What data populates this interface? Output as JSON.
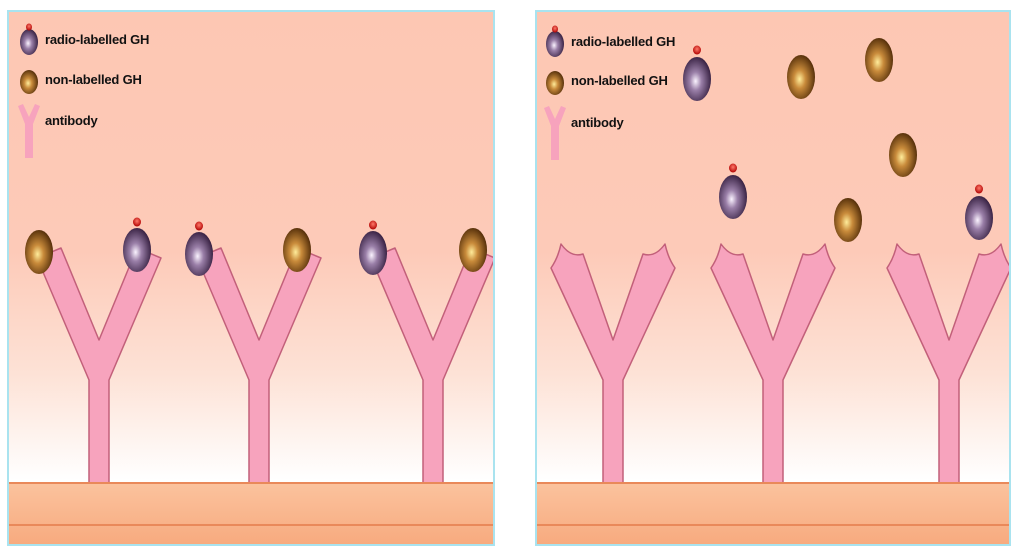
{
  "legend": {
    "radio": "radio-labelled GH",
    "nonradio": "non-labelled GH",
    "antibody": "antibody"
  },
  "colors": {
    "background_top": "#fdc7b3",
    "antibody_fill": "#f7a3bd",
    "antibody_stroke": "#c2607a",
    "radio_gh": "#4a2a55",
    "non_gh": "#7a4a12",
    "radio_label": "#d40000",
    "base_plate": "#f9b48a"
  },
  "panels": [
    {
      "name": "left-panel",
      "state": "antibodies bound with GH"
    },
    {
      "name": "right-panel",
      "state": "antibodies unbound, GH free"
    }
  ]
}
